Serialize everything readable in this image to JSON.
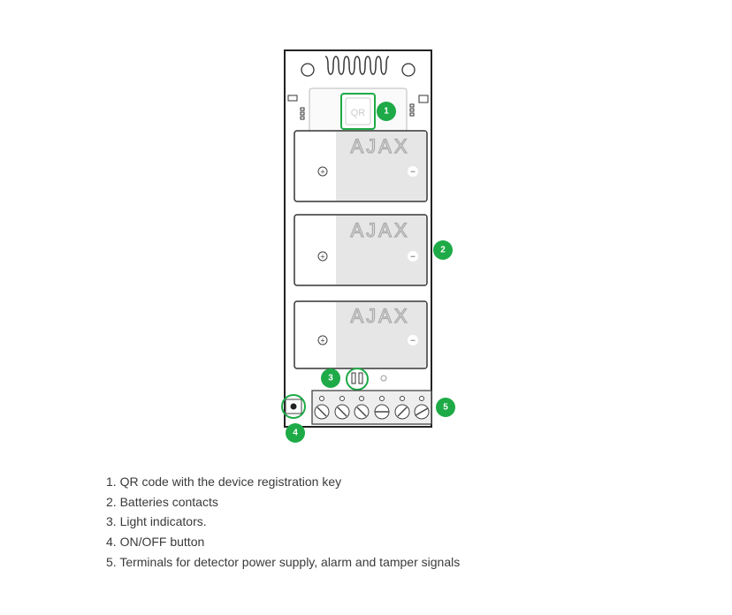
{
  "diagram": {
    "qr_label": "QR",
    "brand_label": "AJAX",
    "plus_sign": "+",
    "minus_sign": "−",
    "badges": [
      "1",
      "2",
      "3",
      "4",
      "5"
    ],
    "accent_color": "#1eaa47"
  },
  "legend": {
    "items": [
      "1. QR code with the device registration key",
      "2. Batteries contacts",
      "3. Light indicators.",
      "4. ON/OFF button",
      "5. Terminals for detector power supply, alarm and tamper signals"
    ]
  }
}
